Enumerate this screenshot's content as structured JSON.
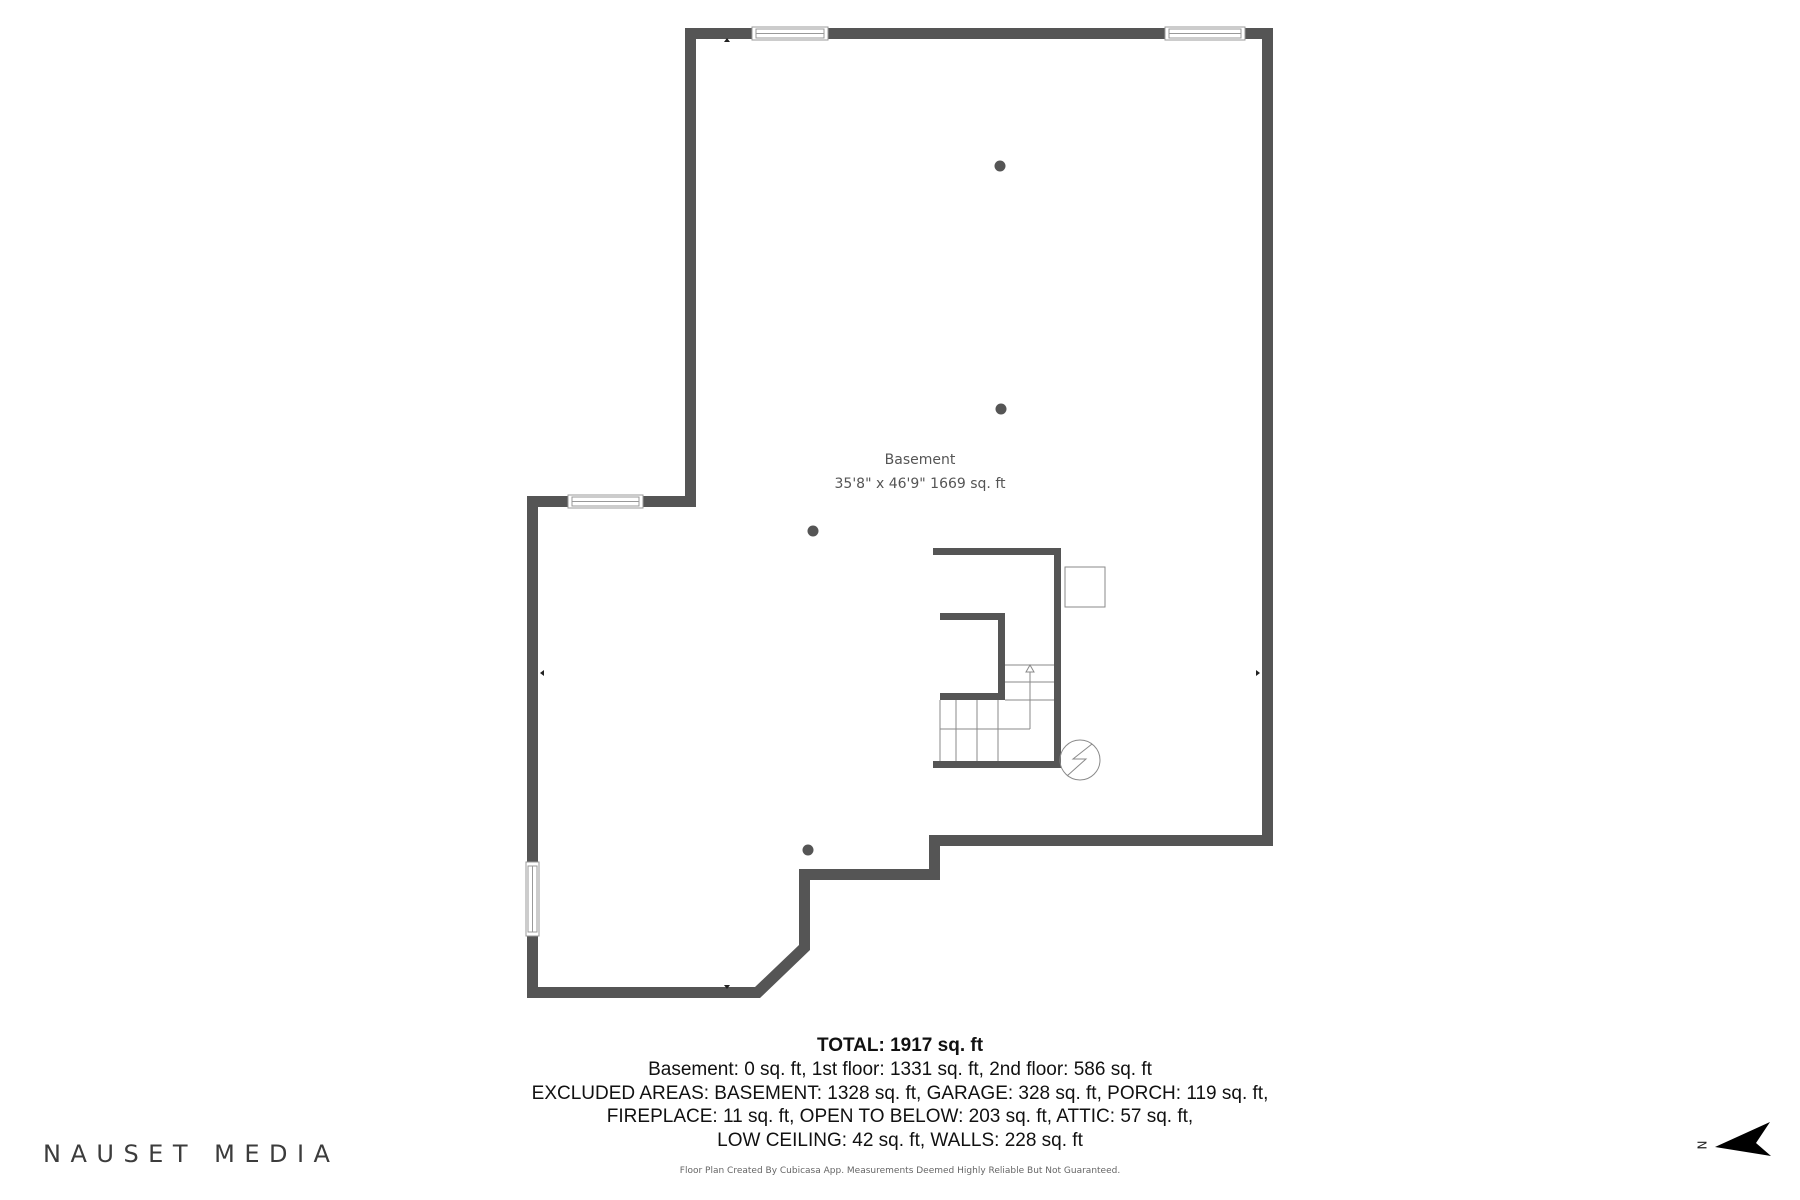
{
  "floor_plan": {
    "room": {
      "name": "Basement",
      "dimensions": "35'8\" x 46'9\" 1669 sq. ft"
    },
    "colors": {
      "wall": "#555555",
      "fixture_line": "#8a8a8a",
      "background": "#ffffff"
    },
    "features": [
      "window-top-left",
      "window-top-right",
      "window-left-step",
      "window-left-lower",
      "staircase",
      "support-posts",
      "utility-square",
      "water-heater-circle"
    ]
  },
  "summary": {
    "total": "TOTAL: 1917 sq. ft",
    "lines": [
      "Basement: 0 sq. ft, 1st floor: 1331 sq. ft, 2nd floor: 586 sq. ft",
      "EXCLUDED AREAS: BASEMENT: 1328 sq. ft, GARAGE: 328 sq. ft, PORCH: 119 sq. ft,",
      "FIREPLACE: 11 sq. ft, OPEN TO BELOW: 203 sq. ft, ATTIC: 57 sq. ft,",
      "LOW CEILING: 42 sq. ft, WALLS: 228 sq. ft"
    ],
    "disclaimer": "Floor Plan Created By Cubicasa App. Measurements Deemed Highly Reliable But Not Guaranteed."
  },
  "branding": {
    "name": "NAUSET MEDIA"
  },
  "compass": {
    "label": "N",
    "icon": "north-arrow-icon"
  }
}
